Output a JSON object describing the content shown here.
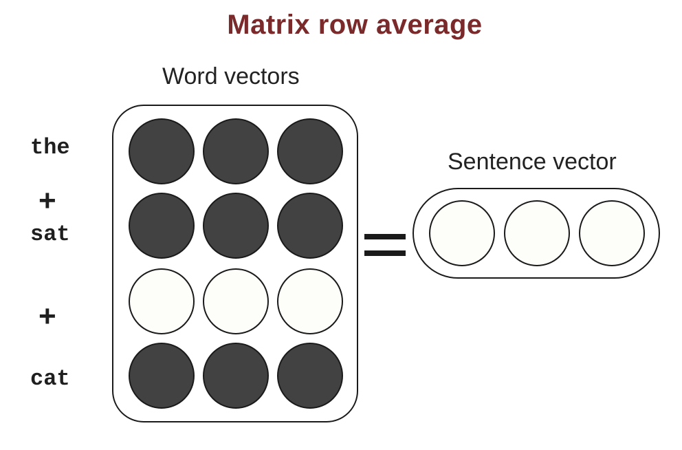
{
  "title": "Matrix row average",
  "word_vectors_label": "Word vectors",
  "sentence_vector_label": "Sentence vector",
  "words": [
    "the",
    "sat",
    "cat"
  ],
  "operators": [
    "+",
    "+"
  ],
  "matrix_rows": [
    {
      "filled": true
    },
    {
      "filled": true
    },
    {
      "filled": false
    },
    {
      "filled": true
    }
  ],
  "sentence_cells": [
    {
      "filled": false
    },
    {
      "filled": false
    },
    {
      "filled": false
    }
  ],
  "colors": {
    "title": "#7a2a2a",
    "filled_cell": "#424242",
    "empty_cell": "#fdfdfa",
    "outline": "#1a1a1a"
  }
}
